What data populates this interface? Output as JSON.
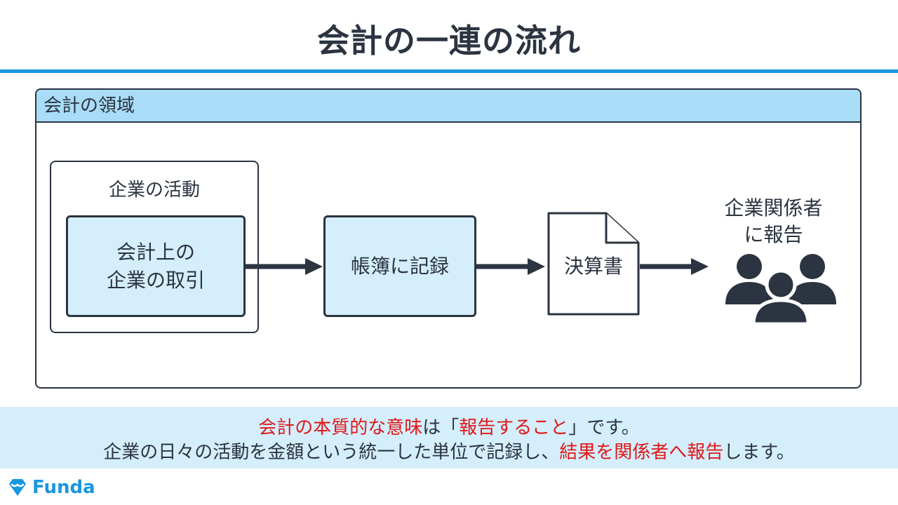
{
  "title": "会計の一連の流れ",
  "domain_header": "会計の領域",
  "activity_label": "企業の活動",
  "nodes": {
    "transaction_line1": "会計上の",
    "transaction_line2": "企業の取引",
    "ledger": "帳簿に記録",
    "statements": "決算書",
    "stakeholders_line1": "企業関係者",
    "stakeholders_line2": "に報告"
  },
  "summary": {
    "line1_red": "会計の本質的な意味",
    "line1_mid": "は「",
    "line1_red2": "報告すること",
    "line1_end": "」です。",
    "line2_a": "企業の日々の活動を金額という統一した単位で記録し、",
    "line2_red": "結果を関係者へ報告",
    "line2_end": "します。"
  },
  "logo_text": "Funda",
  "colors": {
    "accent": "#1a96e0",
    "header_fill": "#a9dcf7",
    "node_fill": "#d4eefc",
    "ink": "#2b3440",
    "highlight": "#e01818"
  },
  "icons": [
    "document-icon",
    "people-icon",
    "funda-logo-icon"
  ]
}
